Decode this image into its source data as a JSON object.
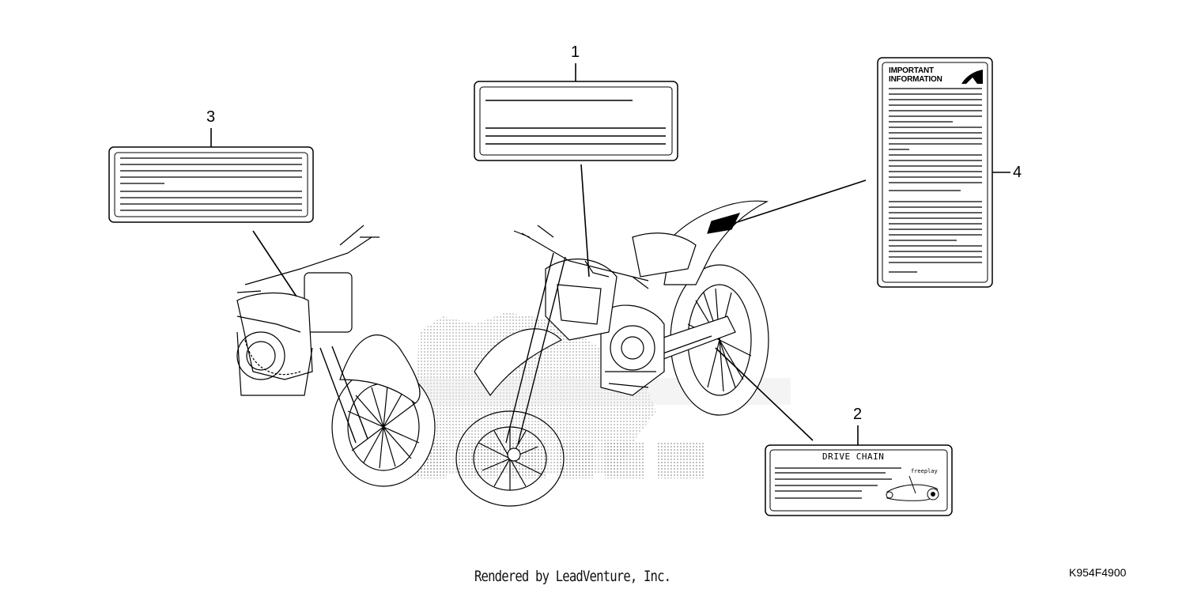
{
  "callouts": {
    "one": "1",
    "two": "2",
    "three": "3",
    "four": "4"
  },
  "label_four": {
    "heading_line1": "IMPORTANT",
    "heading_line2": "INFORMATION"
  },
  "label_two": {
    "title": "DRIVE CHAIN",
    "freeplay": "freeplay"
  },
  "footer": {
    "rendered_by": "Rendered by LeadVenture, Inc.",
    "diagram_code": "K954F4900"
  },
  "colors": {
    "line": "#000000",
    "stipple": "#9a9a9a"
  }
}
